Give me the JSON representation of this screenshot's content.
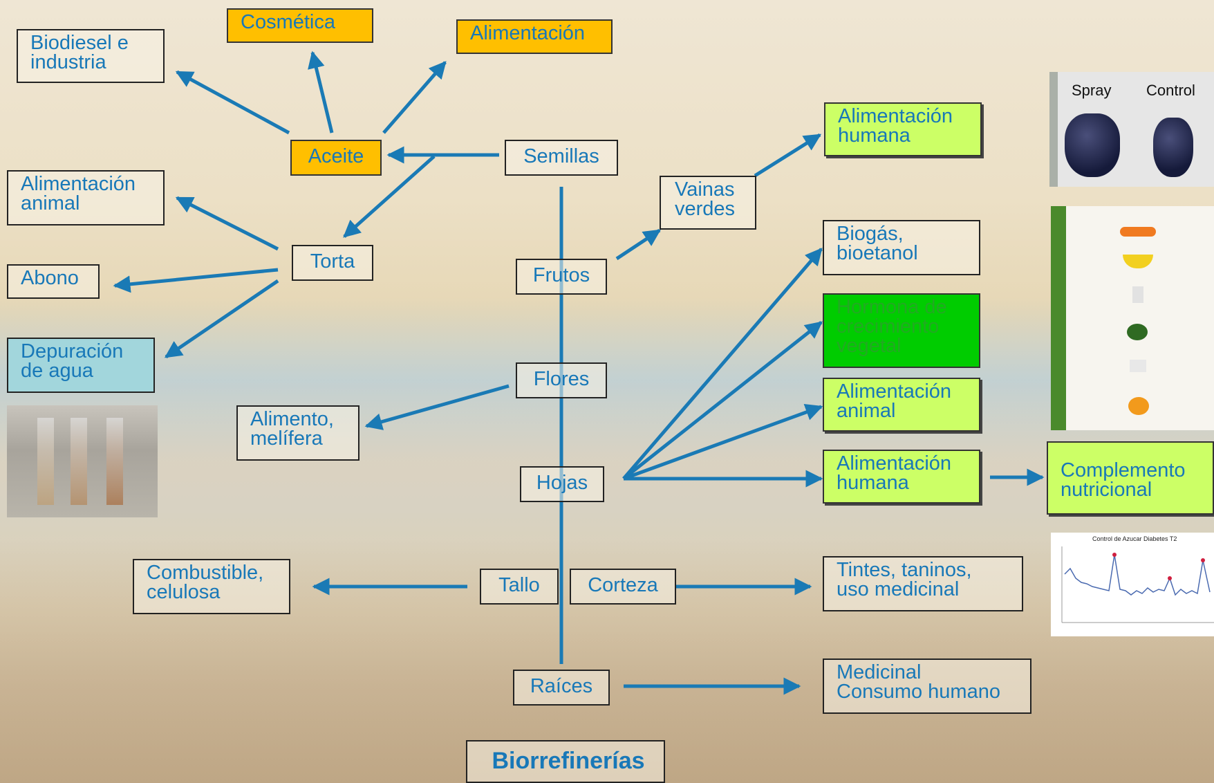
{
  "diagram": {
    "title": "Biorrefinerías",
    "nodes": {
      "biodiesel": "Biodiesel e\nindustria",
      "cosmetica": "Cosmética",
      "alimentacion_top": "Alimentación",
      "aceite": "Aceite",
      "semillas": "Semillas",
      "alim_animal_left": "Alimentación\nanimal",
      "torta": "Torta",
      "abono": "Abono",
      "depuracion": "Depuración\nde agua",
      "frutos": "Frutos",
      "vainas": "Vainas\nverdes",
      "alim_humana_top": "Alimentación\nhumana",
      "flores": "Flores",
      "alimento_melifera": "Alimento,\nmelífera",
      "hojas": "Hojas",
      "biogas": "Biogás,\nbioetanol",
      "hormona": "Hormona de\ncrecimiento\nvegetal",
      "alim_animal_right": "Alimentación\nanimal",
      "alim_humana_mid": "Alimentación\nhumana",
      "complemento": "Complemento\nnutricional",
      "tallo": "Tallo",
      "corteza": "Corteza",
      "combustible": "Combustible,\ncelulosa",
      "tintes": "Tintes, taninos,\n uso medicinal",
      "raices": "Raíces",
      "medicinal": "Medicinal\nConsumo humano"
    },
    "pepper_photo": {
      "left_label": "Spray",
      "right_label": "Control"
    },
    "chart_thumbnail": {
      "caption": "Control de Azucar Diabetes T2"
    }
  },
  "colors": {
    "text": "#1878b8",
    "arrow": "#1a7ab5",
    "orange": "#ffbf00",
    "lime": "#ccff66",
    "green": "#00cc00",
    "teal": "#a2d6dc"
  }
}
